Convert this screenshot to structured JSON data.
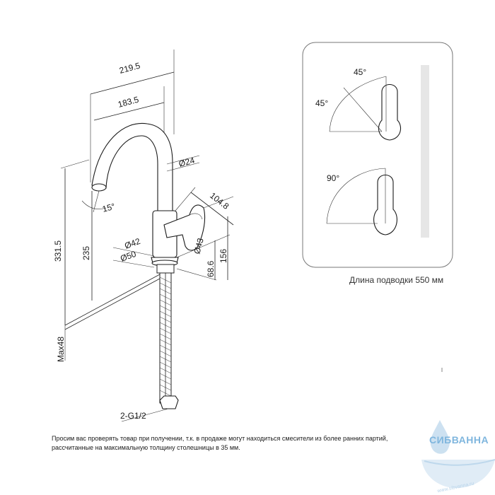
{
  "dimensions": {
    "width_total": "219.5",
    "width_spout": "183.5",
    "diam_spout": "Ø24",
    "handle_length": "104.8",
    "angle_spout": "15°",
    "height_total": "331.5",
    "height_spout": "235",
    "diam_42": "Ø42",
    "diam_50": "Ø50",
    "diam_43": "Ø43",
    "height_156": "156",
    "height_68": "68.6",
    "max_thickness": "Max48",
    "connection": "2-G1/2"
  },
  "rotation_panel": {
    "angle_top_a": "45°",
    "angle_top_b": "45°",
    "angle_bottom": "90°",
    "hose_caption": "Длина подводки 550 мм"
  },
  "notice": {
    "line1": "Просим вас проверять товар при получении, т.к. в продаже могут находиться смесители из более ранних партий,",
    "line2": "рассчитанные на максимальную толщину столешницы в 35 мм."
  },
  "brand": {
    "name": "СИБВАННА",
    "url": "www.sibvanna.ru",
    "accent": "#7fb6de"
  }
}
